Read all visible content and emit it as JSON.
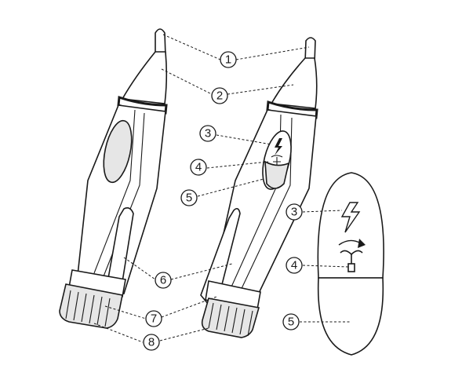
{
  "callouts": [
    {
      "id": "c1a",
      "label": "1"
    },
    {
      "id": "c2a",
      "label": "2"
    },
    {
      "id": "c3a",
      "label": "3"
    },
    {
      "id": "c4a",
      "label": "4"
    },
    {
      "id": "c5a",
      "label": "5"
    },
    {
      "id": "c6a",
      "label": "6"
    },
    {
      "id": "c7a",
      "label": "7"
    },
    {
      "id": "c8a",
      "label": "8"
    },
    {
      "id": "c3b",
      "label": "3"
    },
    {
      "id": "c4b",
      "label": "4"
    },
    {
      "id": "c5b",
      "label": "5"
    }
  ],
  "icons": {
    "voltage": "lightning-bolt-icon",
    "sensitivity": "sensitivity-adjust-icon"
  },
  "colors": {
    "line": "#1a1a1a",
    "fill": "#ffffff",
    "shade": "#e6e6e6"
  }
}
